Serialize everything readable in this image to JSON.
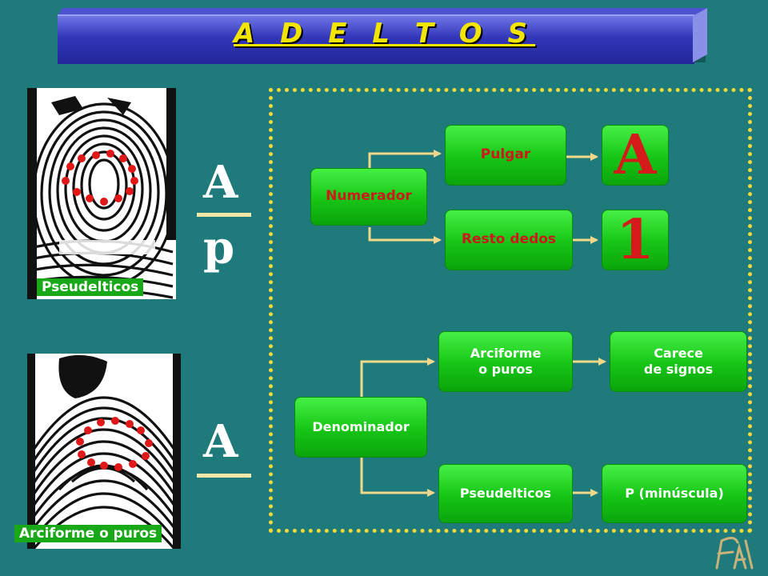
{
  "title": "A D E L T O S",
  "fingerprints": {
    "top_label": "Pseudelticos",
    "bottom_label": "Arciforme o puros"
  },
  "formula": {
    "numerator_letter": "A",
    "denominator_letter": "p",
    "second_letter": "A"
  },
  "numerator_section": {
    "root": "Numerador",
    "branch_top": "Pulgar",
    "branch_bottom": "Resto dedos",
    "result_top": "A",
    "result_bottom": "1"
  },
  "denominator_section": {
    "root": "Denominador",
    "branch_top": "Arciforme\no puros",
    "branch_bottom": "Pseudelticos",
    "result_top": "Carece\nde signos",
    "result_bottom": "P (minúscula)"
  },
  "colors": {
    "background": "#1f7b7b",
    "title_text": "#f2e600",
    "box_green": "#16c416",
    "connector": "#f0d88a",
    "marker_red": "#e01818",
    "frame_dots": "#f2d93a"
  }
}
